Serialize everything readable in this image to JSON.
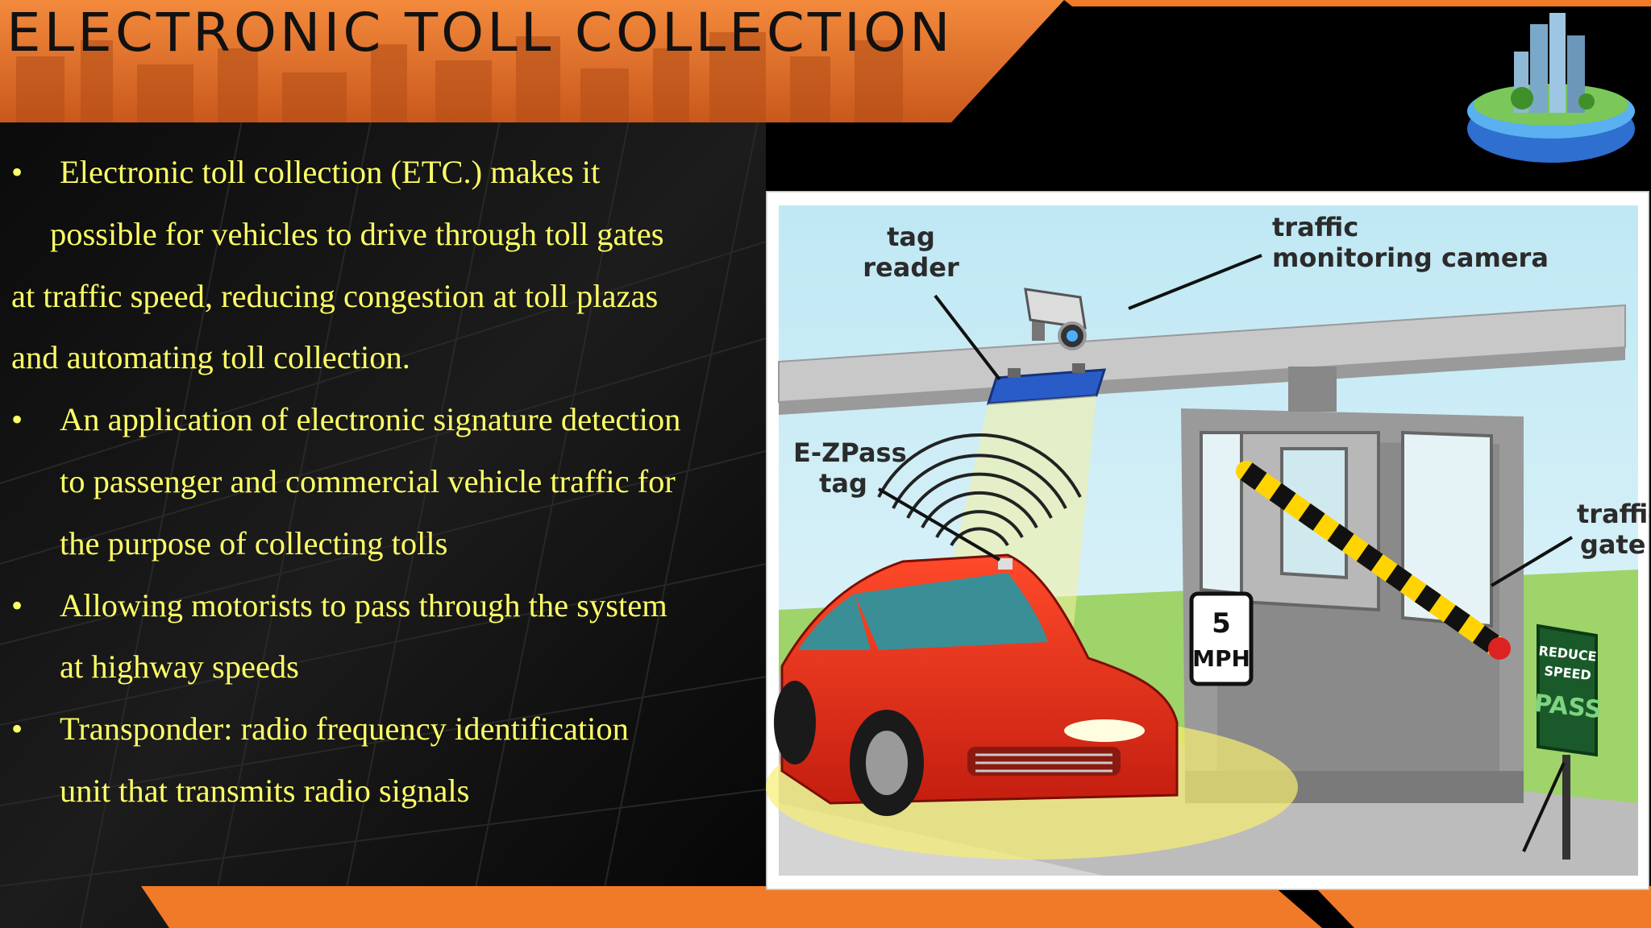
{
  "slide": {
    "title": "ELECTRONIC TOLL COLLECTION",
    "bullet_symbol": "•",
    "bullets": {
      "b1": {
        "line1": "Electronic toll collection (ETC.) makes it",
        "line2": "possible for vehicles to drive through toll gates",
        "line3": "at traffic speed, reducing congestion at toll plazas",
        "line4": "and automating toll collection."
      },
      "b2": {
        "line1": "An application of electronic signature detection",
        "line2": "to passenger and commercial vehicle traffic for",
        "line3": "the purpose of collecting tolls"
      },
      "b3": {
        "line1": "Allowing motorists to pass through the system",
        "line2": "at highway speeds"
      },
      "b4": {
        "line1": "Transponder: radio frequency identification",
        "line2": "unit that transmits radio signals"
      }
    }
  },
  "figure": {
    "labels": {
      "tag_reader_1": "tag",
      "tag_reader_2": "reader",
      "camera_1": "traffic",
      "camera_2": "monitoring camera",
      "ezpass_1": "E-ZPass",
      "ezpass_2": "tag",
      "gate_1": "traffic",
      "gate_2": "gate",
      "speed_1": "5",
      "speed_2": "MPH",
      "sign_1": "REDUCE",
      "sign_2": "SPEED",
      "sign_3": "PASS"
    }
  },
  "colors": {
    "orange": "#f07a28",
    "bullet_text": "#ffff66",
    "car": "#e8301c"
  }
}
